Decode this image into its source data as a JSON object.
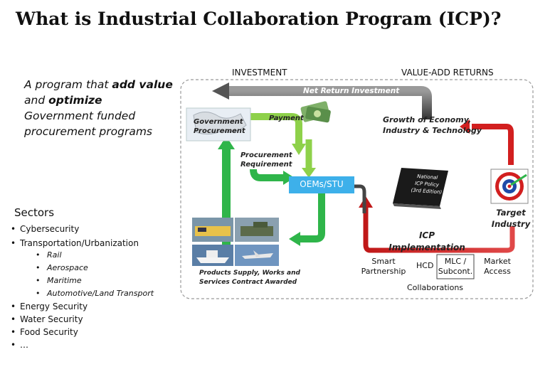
{
  "title": "What is Industrial Collaboration Program (ICP)?",
  "intro": {
    "line1_prefix": "A program that ",
    "line1_bold": "add value",
    "line2_prefix": "and ",
    "line2_bold": "optimize",
    "line3": "Government  funded",
    "line4": "procurement programs"
  },
  "sectors": {
    "heading": "Sectors",
    "top_items": [
      "Cybersecurity",
      "Transportation/Urbanization"
    ],
    "transport_sub_items": [
      "Rail",
      "Aerospace",
      "Maritime",
      "Automotive/Land Transport"
    ],
    "other_items": [
      "Energy Security",
      "Water Security",
      "Food Security",
      "…"
    ]
  },
  "diagram": {
    "investment_label": "INVESTMENT",
    "value_add_label": "VALUE-ADD RETURNS",
    "net_return_label": "Net Return Investment",
    "gov_procurement": [
      "Government",
      "Procurement"
    ],
    "payment_label": "Payment",
    "growth_label": [
      "Growth of Economy,",
      "Industry & Technology"
    ],
    "procurement_requirement": [
      "Procurement",
      "Requirement"
    ],
    "oems_label": "OEMs/STU",
    "policy_book": [
      "National",
      "ICP Policy",
      "(3rd Edition)"
    ],
    "target_industry": [
      "Target",
      "Industry"
    ],
    "icp_implementation": [
      "ICP",
      "Implementation"
    ],
    "products_supply": [
      "Products Supply, Works and",
      "Services Contract Awarded"
    ],
    "smart_partnership": [
      "Smart",
      "Partnership"
    ],
    "hcd": "HCD",
    "mlc": [
      "MLC /",
      "Subcont."
    ],
    "market_access": [
      "Market",
      "Access"
    ],
    "collaborations": "Collaborations"
  },
  "colors": {
    "green_arrow": "#2fb54a",
    "lime_arrow": "#8ed14a",
    "gray_arrow": "#555555",
    "red_arrow": "#d21f1f",
    "oems_box": "#3db0ea",
    "dashed_border": "#999999"
  },
  "icons": [
    "map-icon",
    "money-icon",
    "book-icon",
    "target-icon",
    "train-photo",
    "tank-photo",
    "ship-photo",
    "aircraft-photo"
  ]
}
